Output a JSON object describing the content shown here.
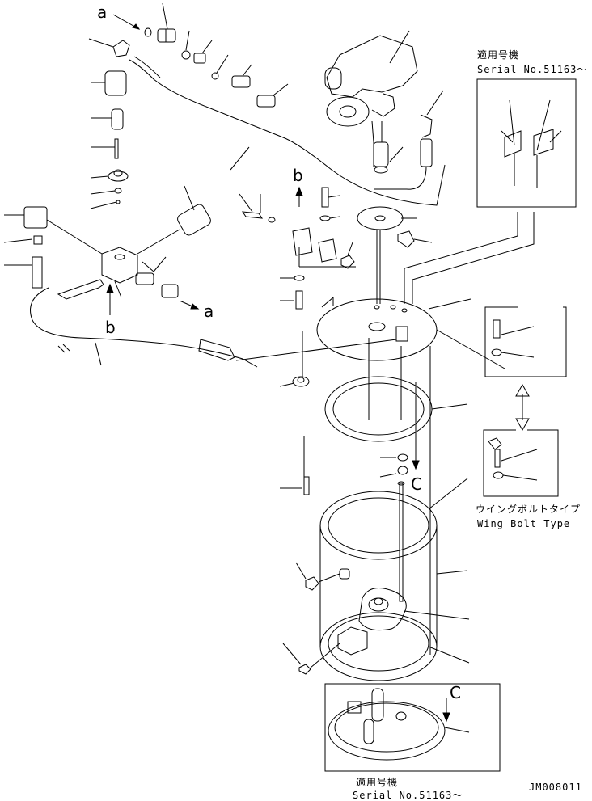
{
  "diagram": {
    "callouts": {
      "a_top": "a",
      "a_right": "a",
      "b_left": "b",
      "b_mid": "b",
      "c_tank": "C",
      "c_detail": "C"
    },
    "applicable_serial_top": {
      "ja": "適用号機",
      "en": "Serial No.51163〜"
    },
    "wing_bolt": {
      "ja": "ウイングボルトタイプ",
      "en": "Wing Bolt Type"
    },
    "applicable_serial_bottom": {
      "ja": "適用号機",
      "en": "Serial No.51163〜"
    },
    "drawing_no": "JM008011"
  }
}
